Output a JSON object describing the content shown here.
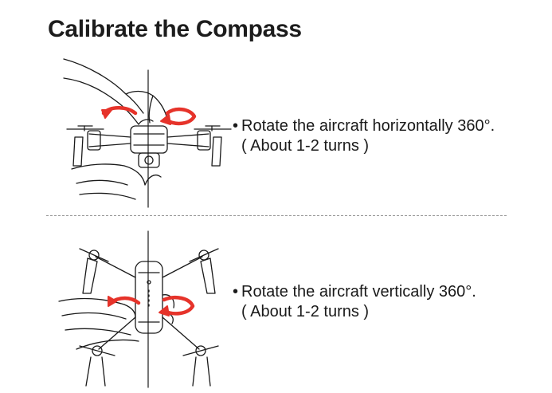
{
  "title": "Calibrate the Compass",
  "steps": [
    {
      "bullet": "•",
      "text": "Rotate the aircraft horizontally 360°.",
      "note": "( About 1-2 turns )"
    },
    {
      "bullet": "•",
      "text": "Rotate the aircraft vertically 360°.",
      "note": "( About 1-2 turns )"
    }
  ],
  "colors": {
    "arrow": "#e6332a",
    "line": "#1a1a1a",
    "divider": "#9a9a9a"
  }
}
